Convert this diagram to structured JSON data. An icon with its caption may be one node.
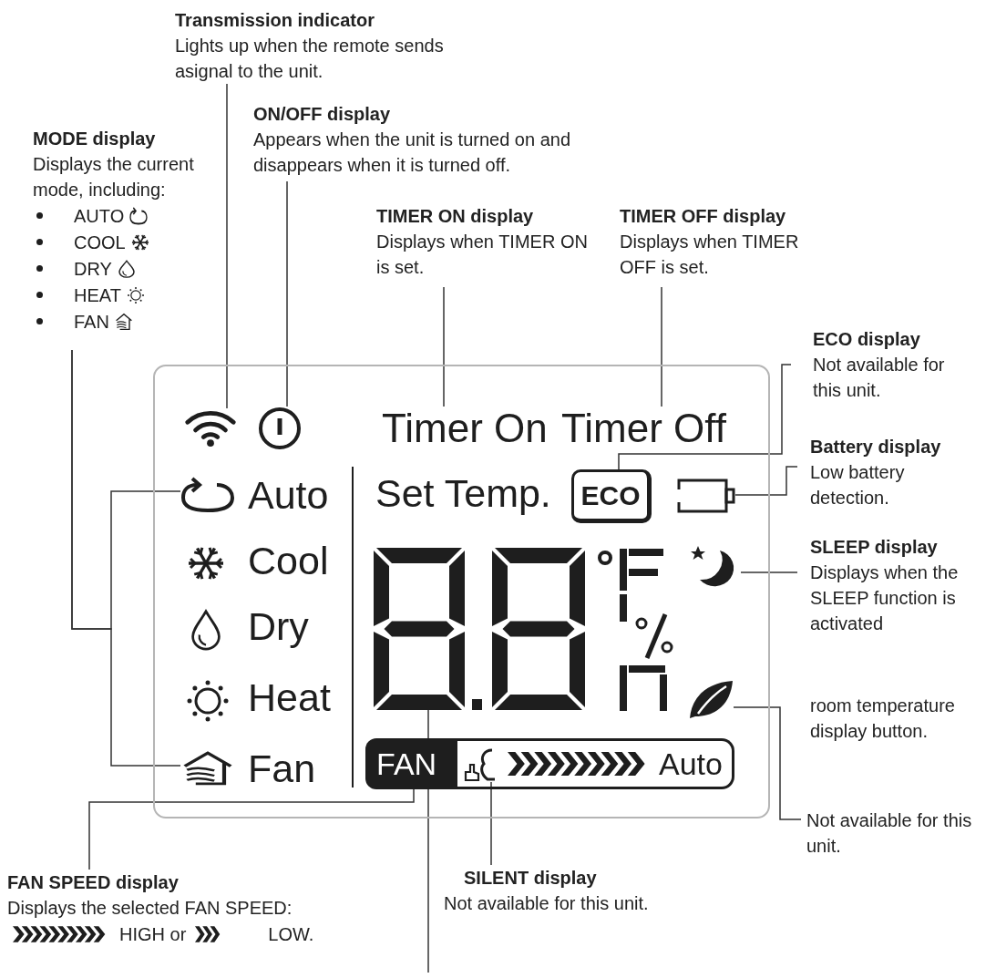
{
  "diagram": {
    "nodes": [
      {
        "text": [
          "Transmission indicator",
          "Lights up when the remote sends asignal to the unit."
        ]
      },
      {
        "text": [
          "ON/OFF display",
          "Appears when the unit is turned on and disappears when it is turned off."
        ]
      },
      {
        "text": [
          "MODE display",
          "Displays the current mode, including:",
          "AUTO",
          "COOL",
          "DRY",
          "HEAT",
          "FAN"
        ]
      },
      {
        "text": [
          "TIMER ON display",
          "Displays when TIMER ON is set."
        ]
      },
      {
        "text": [
          "TIMER OFF display",
          "Displays when TIMER OFF is set."
        ]
      },
      {
        "text": [
          "ECO display",
          "Not available for this unit."
        ]
      },
      {
        "text": [
          "Battery display",
          "Low battery detection."
        ]
      },
      {
        "text": [
          "SLEEP display",
          "Displays when the SLEEP function is activated"
        ]
      },
      {
        "text": [
          "Not available for this unit."
        ]
      },
      {
        "text": [
          "FAN SPEED display",
          "Displays the selected FAN SPEED:",
          "HIGH or",
          "LOW."
        ]
      },
      {
        "text": [
          "SILENT display",
          "Not available for this unit."
        ]
      },
      {
        "text": [],
        "shape": "box"
      },
      {
        "text": [],
        "shape": "icon",
        "in": 11
      },
      {
        "text": [],
        "shape": "icon",
        "in": 11
      },
      {
        "text": [
          "Timer On"
        ],
        "in": 11
      },
      {
        "text": [
          "Timer Off"
        ],
        "in": 11
      },
      {
        "text": [
          "Auto"
        ],
        "in": 11
      },
      {
        "text": [
          "Fan"
        ],
        "in": 11
      },
      {
        "text": [
          "ECO"
        ],
        "in": 11
      },
      {
        "text": [],
        "shape": "icon",
        "in": 11
      },
      {
        "text": [],
        "shape": "picture",
        "in": 11
      },
      {
        "text": [],
        "shape": "icon",
        "in": 11
      },
      {
        "text": [],
        "shape": "icon",
        "in": 11
      },
      {
        "text": [
          "FAN"
        ],
        "in": 11
      },
      {
        "text": [],
        "shape": "icon",
        "in": 11
      }
    ],
    "edges": [
      {
        "from": 0,
        "to": 12,
        "arrow": "none"
      },
      {
        "from": 1,
        "to": 13,
        "arrow": "none"
      },
      {
        "from": 2,
        "to": 16,
        "arrow": "none"
      },
      {
        "from": 2,
        "to": 17,
        "arrow": "none"
      },
      {
        "from": 3,
        "to": 14,
        "arrow": "none"
      },
      {
        "from": 4,
        "to": 15,
        "arrow": "none"
      },
      {
        "from": 5,
        "to": 18,
        "arrow": "none"
      },
      {
        "from": 6,
        "to": 19,
        "arrow": "none"
      },
      {
        "from": 7,
        "to": 21,
        "arrow": "none"
      },
      {
        "from": 8,
        "to": 22,
        "arrow": "none"
      },
      {
        "from": 9,
        "to": 23,
        "arrow": "none"
      },
      {
        "from": 10,
        "to": 24,
        "arrow": "none"
      },
      {
        "from": 20,
        "to": null,
        "arrow": "none"
      }
    ],
    "labels": [
      "Set Temp.",
      "Cool",
      "Dry",
      "Heat",
      "room temperature display button.",
      "Auto"
    ]
  }
}
